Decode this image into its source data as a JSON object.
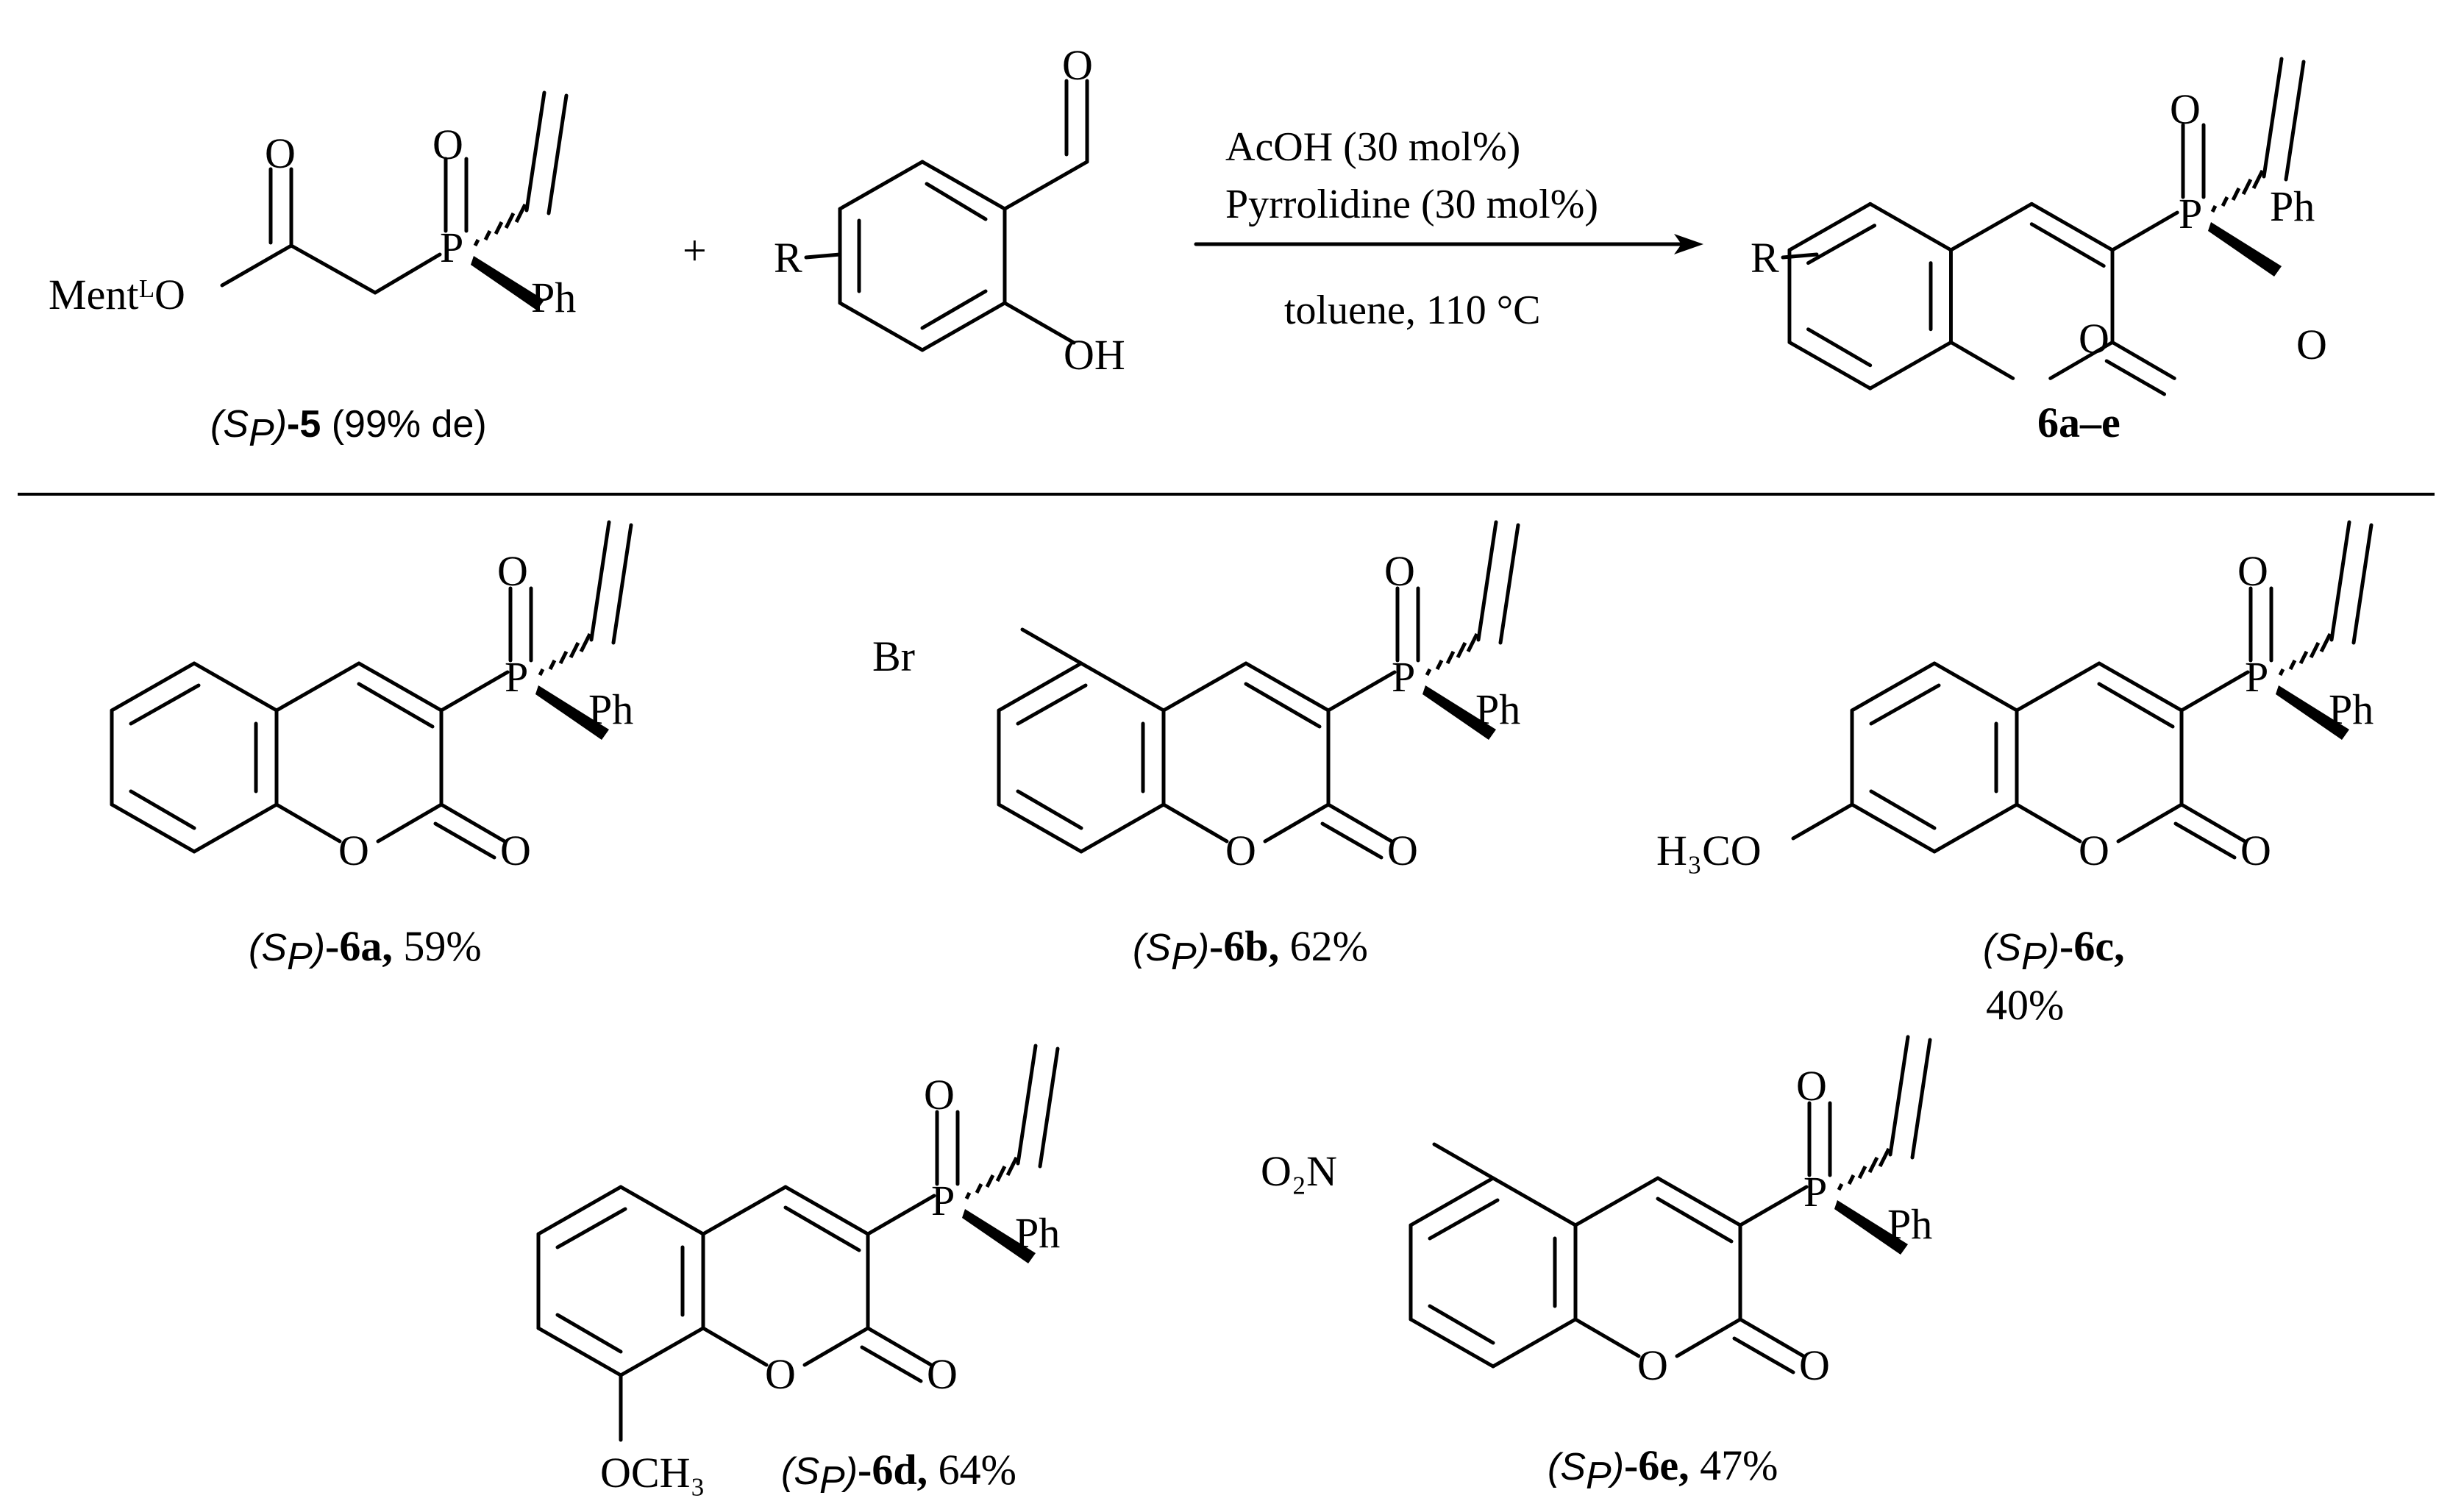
{
  "atoms": {
    "O": "O",
    "P": "P",
    "Ph": "Ph",
    "R": "R",
    "OH": "OH",
    "Br": "Br",
    "O2N": "O₂N",
    "H3CO": "H₃CO",
    "OCH3": "OCH₃",
    "MentL": "MentᴸO"
  },
  "reaction": {
    "plus": "+",
    "condition_1": "AcOH (30 mol%)",
    "condition_2": "Pyrrolidine (30 mol%)",
    "condition_3": "toluene, 110 °C"
  },
  "labels": {
    "sp": "(S",
    "sp_sub": "P",
    "sp_close": ")",
    "reactant_id": "-5",
    "reactant_de": " (99% de)",
    "product_range": "6a–e",
    "p6a_id": "-6a,",
    "p6a_yield": " 59%",
    "p6b_id": "-6b,",
    "p6b_yield": " 62%",
    "p6c_id": "-6c,",
    "p6c_yield": "40%",
    "p6d_id": "-6d,",
    "p6d_yield": " 64%",
    "p6e_id": "-6e,",
    "p6e_yield": " 47%"
  }
}
